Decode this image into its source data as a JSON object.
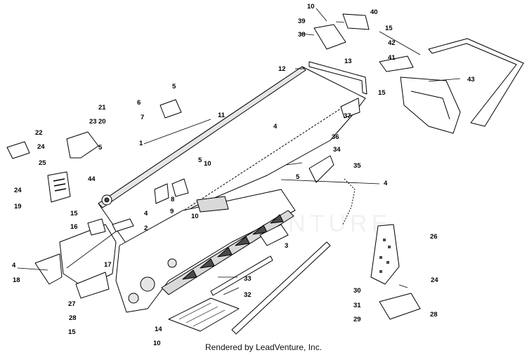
{
  "footer": "Rendered by LeadVenture, Inc.",
  "watermark": "LEADVENTURE",
  "colors": {
    "line": "#000000",
    "part_fill": "#ffffff",
    "shade": "#d9d9d9",
    "dark": "#4a4a4a",
    "background": "#ffffff"
  },
  "callouts": [
    "10",
    "40",
    "39",
    "38",
    "15",
    "42",
    "41",
    "43",
    "12",
    "13",
    "15",
    "1",
    "5",
    "6",
    "7",
    "21",
    "23",
    "20",
    "22",
    "24",
    "5",
    "25",
    "11",
    "4",
    "37",
    "10",
    "36",
    "34",
    "5",
    "35",
    "4",
    "44",
    "24",
    "19",
    "15",
    "4",
    "8",
    "9",
    "10",
    "5",
    "16",
    "2",
    "17",
    "3",
    "4",
    "18",
    "27",
    "28",
    "15",
    "26",
    "33",
    "32",
    "30",
    "24",
    "31",
    "29",
    "28",
    "14",
    "10"
  ]
}
